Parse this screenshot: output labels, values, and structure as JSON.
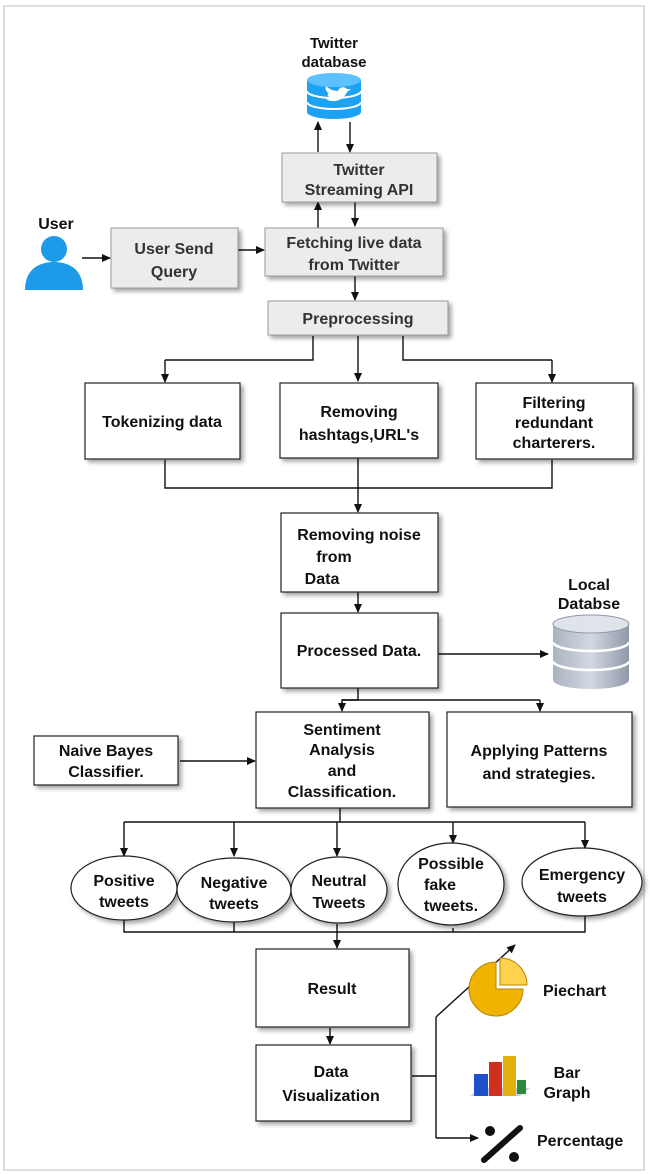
{
  "nodes": {
    "twitter_db": [
      "Twitter",
      "database"
    ],
    "streaming_api": [
      "Twitter",
      "Streaming API"
    ],
    "user": [
      "User"
    ],
    "user_query": [
      "User Send",
      "Query"
    ],
    "fetching": [
      "Fetching live data",
      "from Twitter"
    ],
    "preprocessing": [
      "Preprocessing"
    ],
    "tokenizing": [
      "Tokenizing data"
    ],
    "removing_hashtags": [
      "Removing",
      "hashtags,URL's"
    ],
    "filtering": [
      "Filtering",
      "redundant",
      "charterers."
    ],
    "removing_noise": [
      "Removing noise",
      "from",
      "Data"
    ],
    "local_db": [
      "Local",
      "Databse"
    ],
    "processed": [
      "Processed Data."
    ],
    "naive_bayes": [
      "Naive Bayes",
      "Classifier."
    ],
    "sentiment": [
      "Sentiment",
      "Analysis",
      "and",
      "Classification."
    ],
    "patterns": [
      "Applying Patterns",
      "and strategies."
    ],
    "positive": [
      "Positive",
      "tweets"
    ],
    "negative": [
      "Negative",
      "tweets"
    ],
    "neutral": [
      "Neutral",
      "Tweets"
    ],
    "fake": [
      "Possible",
      "fake",
      "tweets."
    ],
    "emergency": [
      "Emergency",
      "tweets"
    ],
    "result": [
      "Result"
    ],
    "visualization": [
      "Data",
      "Visualization"
    ],
    "piechart": [
      "Piechart"
    ],
    "bargraph": [
      "Bar",
      "Graph"
    ],
    "percentage": [
      "Percentage"
    ]
  },
  "icons": {
    "twitter_db": "twitter-database-icon",
    "user": "user-person-icon",
    "local_db": "database-cylinder-icon",
    "piechart": "pie-chart-icon",
    "bargraph": "bar-graph-icon",
    "percentage": "percent-icon"
  },
  "colors": {
    "twitter_blue": "#1da1f2",
    "user_blue": "#1e9be8",
    "db_grey": "#9aa4b3",
    "pie_yellow": "#f0b400",
    "grey_box": "#ececec"
  }
}
